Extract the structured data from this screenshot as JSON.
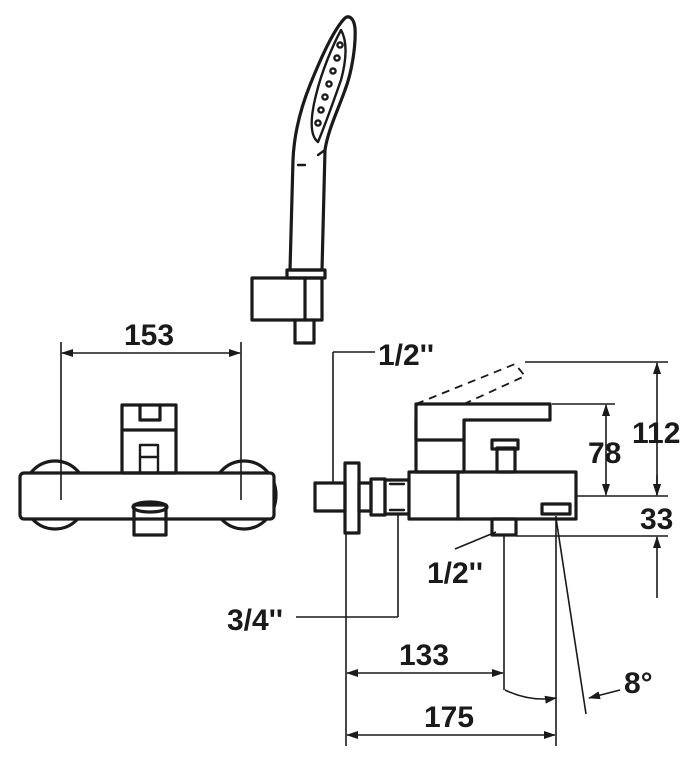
{
  "labels": {
    "width_front": "153",
    "thread_inlet_top": "1/2''",
    "height_total": "112",
    "height_lever": "78",
    "height_spout": "33",
    "thread_outlet_bottom": "1/2''",
    "thread_wall": "3/4''",
    "depth_outlet": "133",
    "angle_lever": "8°",
    "depth_total": "175"
  },
  "colors": {
    "line": "#1a1a1a",
    "background": "#ffffff"
  }
}
